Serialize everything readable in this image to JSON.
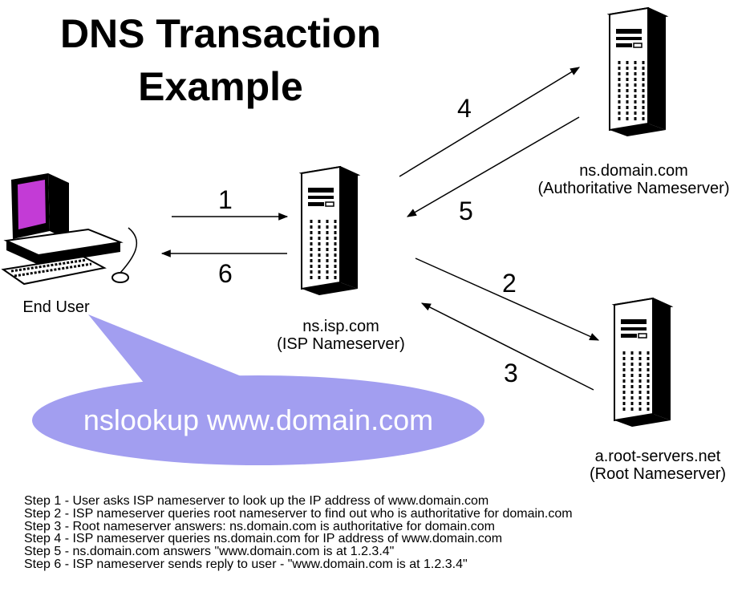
{
  "title": {
    "line1": "DNS Transaction",
    "line2": "Example"
  },
  "nodes": {
    "end_user": {
      "label": "End User"
    },
    "isp": {
      "name": "ns.isp.com",
      "role": "(ISP Nameserver)"
    },
    "authoritative": {
      "name": "ns.domain.com",
      "role": "(Authoritative Nameserver)"
    },
    "root": {
      "name": "a.root-servers.net",
      "role": "(Root Nameserver)"
    }
  },
  "arrows": {
    "a1": "1",
    "a2": "2",
    "a3": "3",
    "a4": "4",
    "a5": "5",
    "a6": "6"
  },
  "bubble": {
    "text": "nslookup www.domain.com",
    "color": "#a29ef0"
  },
  "steps": [
    "Step 1 - User asks ISP nameserver to look up the IP address of www.domain.com",
    "Step 2 - ISP nameserver queries root nameserver to find out who is authoritative for domain.com",
    "Step 3 - Root nameserver answers: ns.domain.com is authoritative for domain.com",
    "Step 4 - ISP nameserver queries ns.domain.com for IP address of www.domain.com",
    "Step 5 - ns.domain.com answers \"www.domain.com is at 1.2.3.4\"",
    "Step 6 - ISP nameserver sends reply to user - \"www.domain.com is at 1.2.3.4\""
  ]
}
